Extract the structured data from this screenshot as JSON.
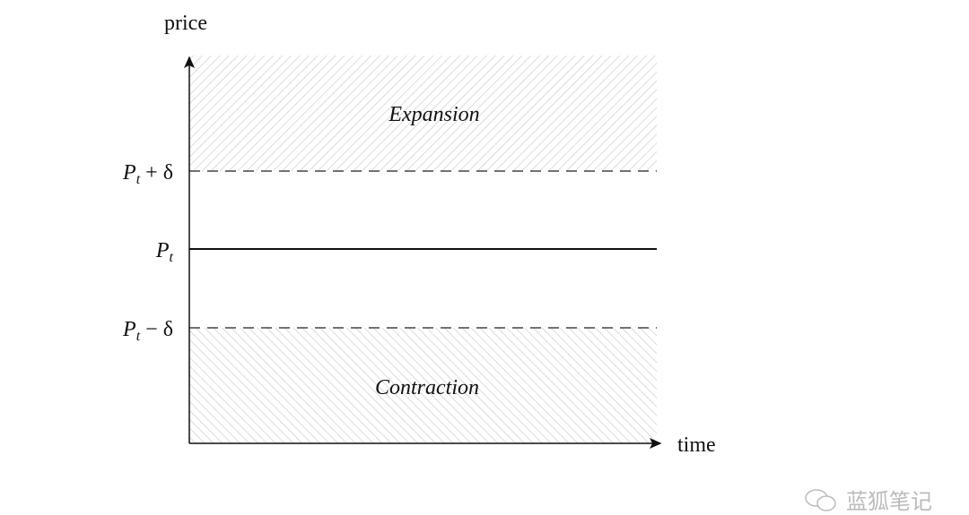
{
  "diagram": {
    "y_axis_label": "price",
    "x_axis_label": "time",
    "levels": [
      {
        "label_main": "P",
        "label_sub": "t",
        "label_suffix": " + δ",
        "style": "dashed"
      },
      {
        "label_main": "P",
        "label_sub": "t",
        "label_suffix": "",
        "style": "solid"
      },
      {
        "label_main": "P",
        "label_sub": "t",
        "label_suffix": " − δ",
        "style": "dashed"
      }
    ],
    "regions": {
      "upper": "Expansion",
      "lower": "Contraction"
    }
  },
  "watermark": {
    "text": "蓝狐笔记"
  }
}
